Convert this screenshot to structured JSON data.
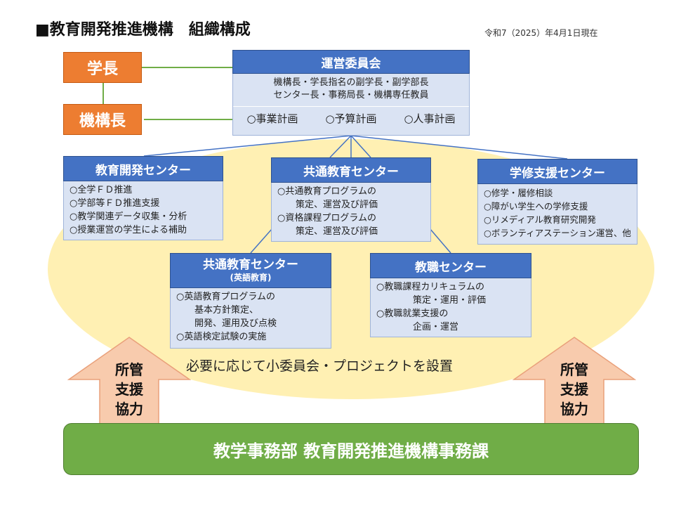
{
  "header": {
    "title": "■教育開発推進機構　組織構成",
    "date": "令和7（2025）年4月1日現在"
  },
  "leaders": {
    "president": "学長",
    "director": "機構長"
  },
  "committee": {
    "title": "運営委員会",
    "members_line1": "機構長・学長指名の副学長・副学部長",
    "members_line2": "センター長・事務局長・機構専任教員",
    "plans": [
      "○事業計画",
      "○予算計画",
      "○人事計画"
    ]
  },
  "centers": {
    "ed_dev": {
      "title": "教育開発センター",
      "items": [
        "○全学ＦＤ推進",
        "○学部等ＦＤ推進支援",
        "○教学関連データ収集・分析",
        "○授業運営の学生による補助"
      ]
    },
    "common": {
      "title": "共通教育センター",
      "items": [
        "○共通教育プログラムの",
        "　　策定、運営及び評価",
        "○資格課程プログラムの",
        "　　策定、運営及び評価"
      ]
    },
    "study_support": {
      "title": "学修支援センター",
      "items": [
        "○修学・履修相談",
        "○障がい学生への学修支援",
        "○リメディアル教育研究開発",
        "○ボランティアステーション運営、他"
      ]
    },
    "english": {
      "title": "共通教育センター",
      "subtitle": "(英語教育)",
      "items": [
        "○英語教育プログラムの",
        "　　基本方針策定、",
        "　　開発、運用及び点検",
        "○英語検定試験の実施"
      ]
    },
    "teacher": {
      "title": "教職センター",
      "items": [
        "○教職課程カリキュラムの",
        "　　　　策定・運用・評価",
        "○教職就業支援の",
        "　　　　企画・運営"
      ]
    }
  },
  "note": "必要に応じて小委員会・プロジェクトを設置",
  "support": {
    "left": [
      "所管",
      "支援",
      "協力"
    ],
    "right": [
      "所管",
      "支援",
      "協力"
    ]
  },
  "office": "教学事務部 教育開発推進機構事務課",
  "colors": {
    "blue": "#4472c4",
    "light_blue": "#dae3f3",
    "orange": "#ed7d31",
    "green": "#70ad47",
    "ellipse": "#fff0b3",
    "arrow": "#f8cbad"
  }
}
